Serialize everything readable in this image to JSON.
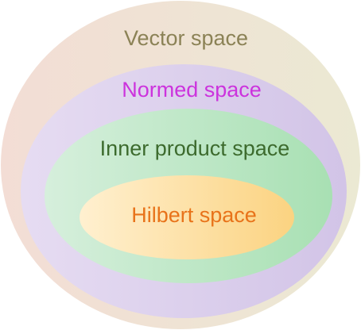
{
  "diagram": {
    "sets": [
      {
        "label": "Vector space",
        "color": "#8b8256",
        "fill_start": "#f3ddd5",
        "fill_end": "#ebe9d3"
      },
      {
        "label": "Normed space",
        "color": "#cc33dd",
        "fill_start": "#e6dcf2",
        "fill_end": "#d2c4e7"
      },
      {
        "label": "Inner product space",
        "color": "#3d6b2e",
        "fill_start": "#d6efdc",
        "fill_end": "#a8e0b3"
      },
      {
        "label": "Hilbert space",
        "color": "#e8731a",
        "fill_start": "#fff0d0",
        "fill_end": "#fbd381"
      }
    ]
  }
}
